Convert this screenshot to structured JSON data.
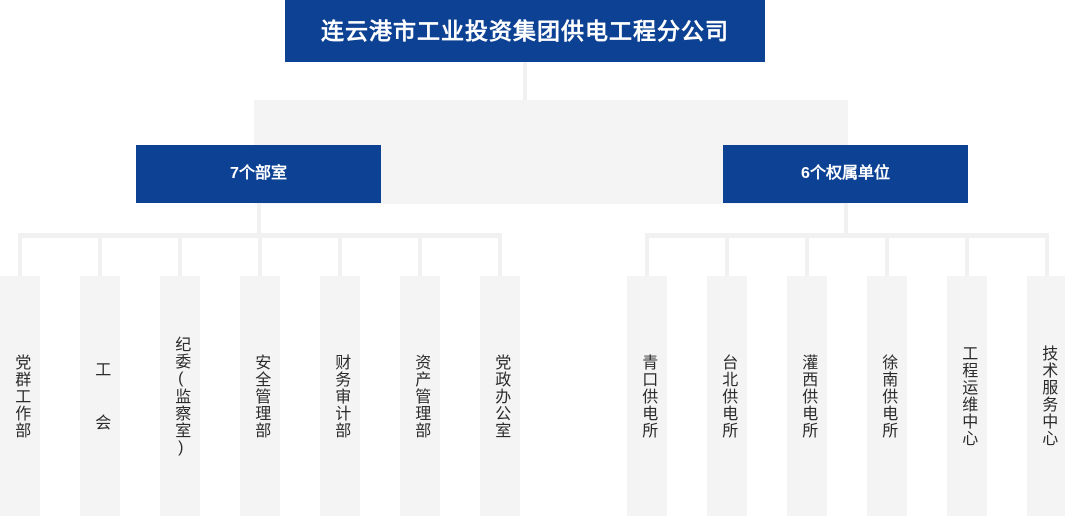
{
  "chart": {
    "type": "org-chart",
    "orientation": "top-down",
    "colors": {
      "brand_blue": "#0c4193",
      "box_fill": "#f4f4f4",
      "connector": "#f1f1f1",
      "text_dark": "#2b2b2b",
      "text_light": "#ffffff",
      "background": "#ffffff"
    },
    "root": {
      "label": "连云港市工业投资集团供电工程分公司"
    },
    "groups": [
      {
        "id": "departments",
        "label": "7个部室",
        "count": 7,
        "children": [
          {
            "label": "党群工作部"
          },
          {
            "label": "工  会"
          },
          {
            "label": "纪委(监察室)"
          },
          {
            "label": "安全管理部"
          },
          {
            "label": "财务审计部"
          },
          {
            "label": "资产管理部"
          },
          {
            "label": "党政办公室"
          }
        ]
      },
      {
        "id": "affiliated-units",
        "label": "6个权属单位",
        "count": 6,
        "children": [
          {
            "label": "青口供电所"
          },
          {
            "label": "台北供电所"
          },
          {
            "label": "灌西供电所"
          },
          {
            "label": "徐南供电所"
          },
          {
            "label": "工程运维中心"
          },
          {
            "label": "技术服务中心"
          }
        ]
      }
    ]
  }
}
